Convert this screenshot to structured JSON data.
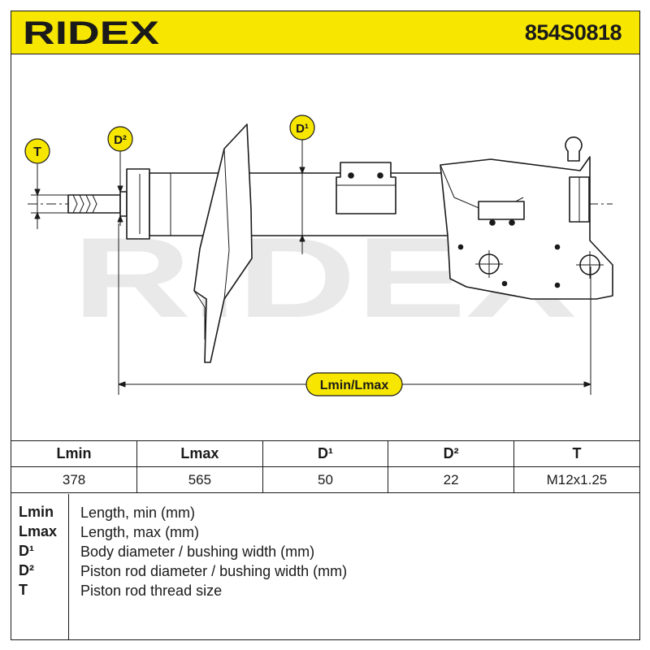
{
  "header": {
    "brand": "RIDEX",
    "part_number": "854S0818",
    "background_color": "#f7e600"
  },
  "drawing": {
    "watermark_brand": "RIDEX",
    "labels": {
      "t": "T",
      "d2": "D²",
      "d1": "D¹",
      "length": "Lmin/Lmax"
    },
    "badge_color": "#f7e600"
  },
  "table": {
    "headers": [
      "Lmin",
      "Lmax",
      "D¹",
      "D²",
      "T"
    ],
    "values": [
      "378",
      "565",
      "50",
      "22",
      "M12x1.25"
    ]
  },
  "legend": [
    {
      "key": "Lmin",
      "desc": "Length, min (mm)"
    },
    {
      "key": "Lmax",
      "desc": "Length, max (mm)"
    },
    {
      "key": "D¹",
      "desc": "Body diameter / bushing width (mm)"
    },
    {
      "key": "D²",
      "desc": "Piston rod diameter / bushing width (mm)"
    },
    {
      "key": "T",
      "desc": "Piston rod thread size"
    }
  ]
}
